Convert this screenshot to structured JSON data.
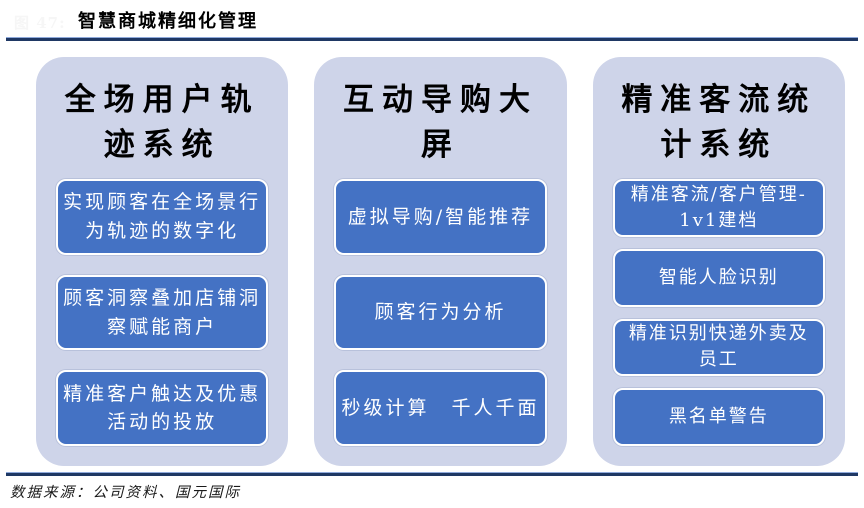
{
  "header": {
    "figure_label": "图 47:",
    "title": "智慧商城精细化管理"
  },
  "columns": [
    {
      "title": "全场用户轨\n迹系统",
      "boxes": [
        "实现顾客在全场景行\n为轨迹的数字化",
        "顾客洞察叠加店铺洞\n察赋能商户",
        "精准客户触达及优惠\n活动的投放"
      ]
    },
    {
      "title": "互动导购大\n屏",
      "boxes": [
        "虚拟导购/智能推荐",
        "顾客行为分析",
        "秒级计算　千人千面"
      ]
    },
    {
      "title": "精准客流统\n计系统",
      "boxes": [
        "精准客流/客户管理-\n1v1建档",
        "智能人脸识别",
        "精准识别快递外卖及\n员工",
        "黑名单警告"
      ]
    }
  ],
  "footer": {
    "source": "数据来源：公司资料、国元国际"
  },
  "colors": {
    "panel_bg": "#CED4E9",
    "box_bg": "#4472C4",
    "rule": "#1F3864",
    "box_text": "#FFFFFF",
    "title_text": "#000000"
  }
}
